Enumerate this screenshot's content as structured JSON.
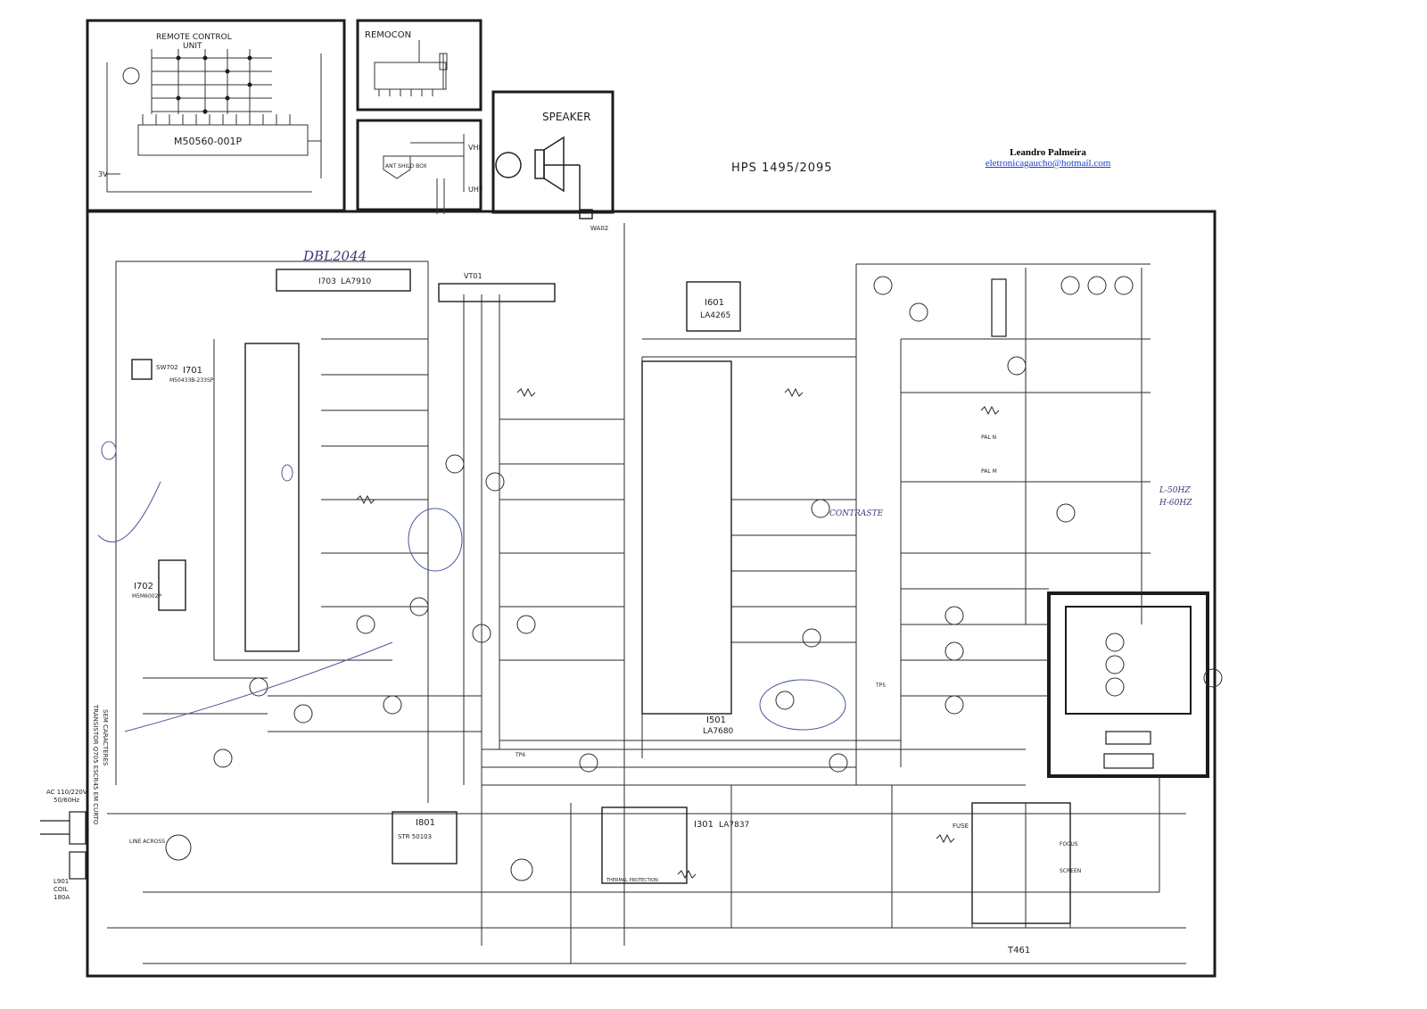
{
  "author": {
    "name": "Leandro Palmeira",
    "email": "eletronicagaucho@hotmail.com"
  },
  "model": "HPS 1495/2095",
  "handwritten_note": "DBL2044",
  "panels": {
    "remote_control": {
      "title": "REMOTE CONTROL\nUNIT",
      "title_line1": "REMOTE CONTROL",
      "title_line2": "UNIT",
      "ic": "M50560-001P",
      "supply": "3V"
    },
    "remocon": {
      "title": "REMOCON"
    },
    "speaker": {
      "title": "SPEAKER"
    },
    "antenna": {
      "label": "ANT SHILD BOX",
      "vhf": "VHF",
      "uhf": "UHF"
    }
  },
  "ics": [
    {
      "ref": "I703",
      "part": "LA7910",
      "id": "i703"
    },
    {
      "ref": "I701",
      "part": "M50433B-233SP",
      "id": "i701"
    },
    {
      "ref": "I702",
      "part": "M5M6002P",
      "id": "i702"
    },
    {
      "ref": "I601",
      "part": "LA4265",
      "id": "i601"
    },
    {
      "ref": "I501",
      "part": "LA7680",
      "id": "i501"
    },
    {
      "ref": "I301",
      "part": "LA7837",
      "id": "i301"
    },
    {
      "ref": "I801",
      "part": "STR 50103",
      "id": "i801"
    },
    {
      "ref": "T461",
      "part": "",
      "id": "t461"
    },
    {
      "ref": "VT01",
      "part": "",
      "id": "vt01"
    }
  ],
  "labels": {
    "power_in": "AC 110/220V",
    "power_freq": "50/60Hz",
    "coil": "L901",
    "coil_desc": "COIL",
    "coil_val": "180A",
    "line_across": "LINE ACROSS",
    "contraste": "CONTRASTE",
    "fuse": "FUSE",
    "focus": "FOCUS",
    "screen": "SCREEN",
    "thermal": "THERMAL PROTECTION",
    "wa02": "WA02",
    "sw702": "SW702",
    "freq_note_1": "L-50HZ",
    "freq_note_2": "H-60HZ",
    "side_text": "TRANSISTOR Q705 ESCR45 EM CURTO",
    "side_text_2": "SEM CARACTERES",
    "pal_n": "PAL N",
    "pal_m": "PAL M",
    "tp6": "TP6",
    "tp5": "TP5"
  }
}
